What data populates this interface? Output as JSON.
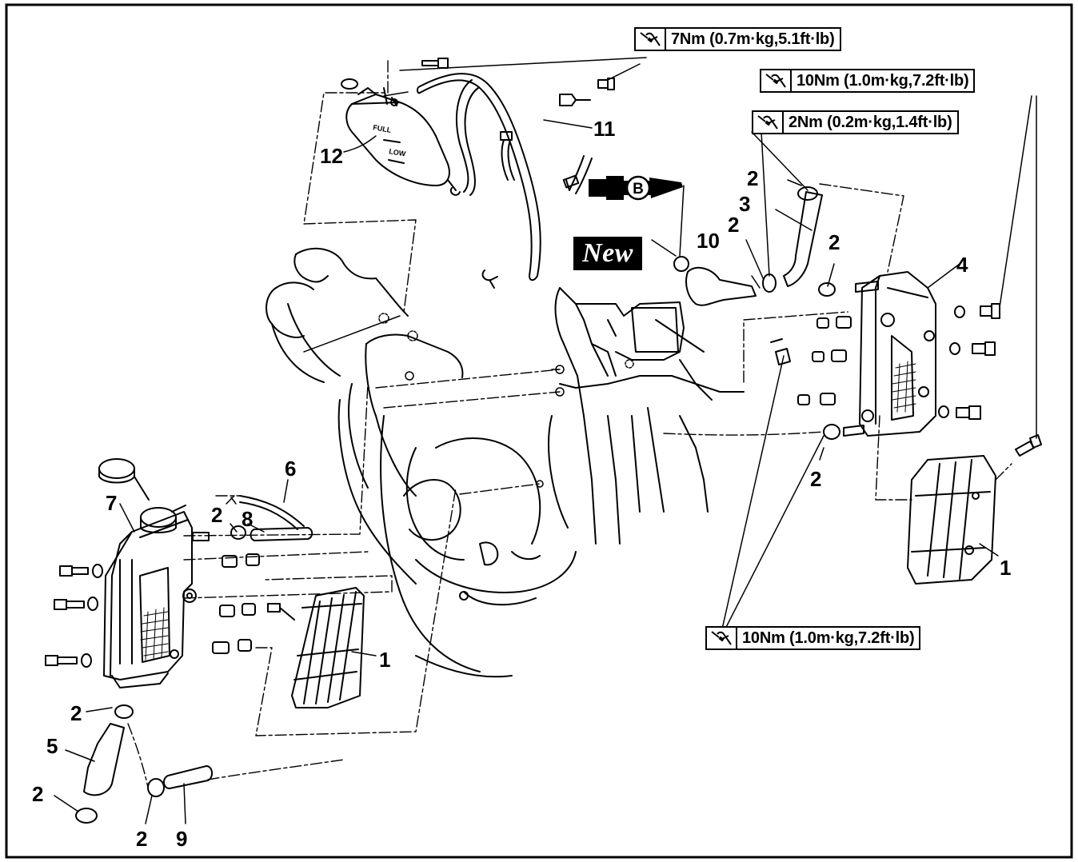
{
  "torque_specs": [
    {
      "id": "t7",
      "value": "7Nm (0.7m·kg,5.1ft·lb)"
    },
    {
      "id": "t10a",
      "value": "10Nm (1.0m·kg,7.2ft·lb)"
    },
    {
      "id": "t2",
      "value": "2Nm (0.2m·kg,1.4ft·lb)"
    },
    {
      "id": "t10b",
      "value": "10Nm (1.0m·kg,7.2ft·lb)"
    }
  ],
  "new_badge": "New",
  "lubricant_mark": "B",
  "callouts": {
    "c1_right": "1",
    "c1_left": "1",
    "c2_a": "2",
    "c2_b": "2",
    "c2_c": "2",
    "c2_d": "2",
    "c2_e": "2",
    "c2_f": "2",
    "c2_g": "2",
    "c2_h": "2",
    "c3": "3",
    "c4": "4",
    "c5": "5",
    "c6": "6",
    "c7": "7",
    "c8": "8",
    "c9": "9",
    "c10": "10",
    "c11": "11",
    "c12": "12"
  },
  "tank_labels": {
    "full": "FULL",
    "low": "LOW"
  }
}
